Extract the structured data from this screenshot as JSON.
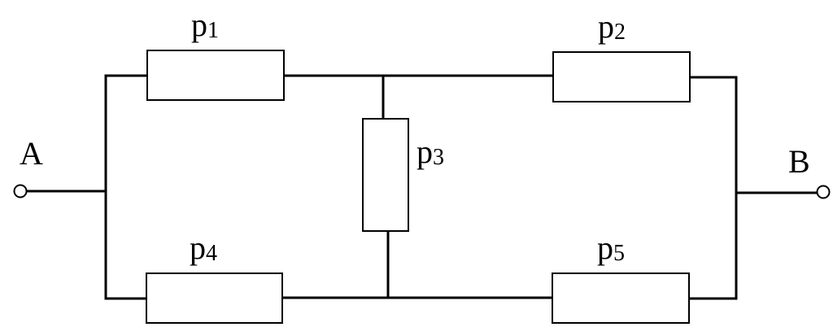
{
  "terminals": {
    "a": "A",
    "b": "B"
  },
  "resistors": {
    "p1": {
      "base": "p",
      "sub": "1"
    },
    "p2": {
      "base": "p",
      "sub": "2"
    },
    "p3": {
      "base": "p",
      "sub": "3"
    },
    "p4": {
      "base": "p",
      "sub": "4"
    },
    "p5": {
      "base": "p",
      "sub": "5"
    }
  }
}
